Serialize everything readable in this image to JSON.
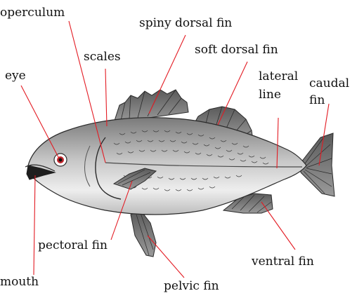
{
  "labels": {
    "operculum": "operculum",
    "spiny_dorsal_fin": "spiny dorsal fin",
    "soft_dorsal_fin": "soft dorsal fin",
    "scales": "scales",
    "eye": "eye",
    "lateral": "lateral",
    "line": "line",
    "caudal": "caudal",
    "fin": "fin",
    "pectoral_fin": "pectoral fin",
    "mouth": "mouth",
    "ventral_fin": "ventral fin",
    "pelvic_fin": "pelvic fin"
  },
  "colors": {
    "leader_line": "#e31b23",
    "fish_body_light": "#e9e9e9",
    "fish_body_dark": "#8c8c8c",
    "fin": "#6f6f6f",
    "eye_red": "#c1272d",
    "outline": "#2a2a2a"
  }
}
